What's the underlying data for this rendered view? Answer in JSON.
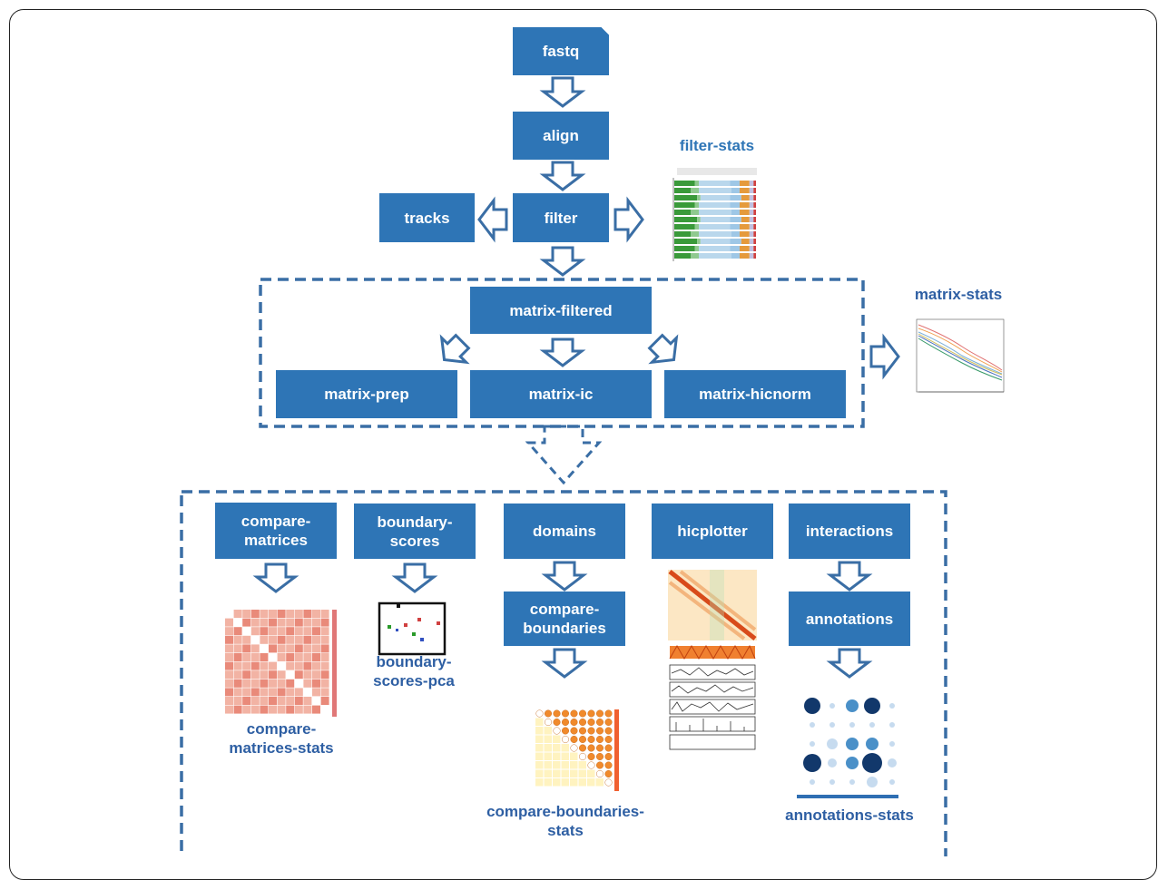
{
  "nodes": {
    "fastq": "fastq",
    "align": "align",
    "filter": "filter",
    "tracks": "tracks",
    "matrix_filtered": "matrix-filtered",
    "matrix_prep": "matrix-prep",
    "matrix_ic": "matrix-ic",
    "matrix_hicnorm": "matrix-hicnorm",
    "compare_matrices": "compare-\nmatrices",
    "boundary_scores": "boundary-\nscores",
    "domains": "domains",
    "hicplotter": "hicplotter",
    "interactions": "interactions",
    "compare_boundaries": "compare-\nboundaries",
    "annotations": "annotations"
  },
  "outputs": {
    "filter_stats": "filter-stats",
    "matrix_stats": "matrix-stats",
    "compare_matrices_stats": "compare-\nmatrices-stats",
    "boundary_scores_pca": "boundary-\nscores-pca",
    "compare_boundaries_stats": "compare-boundaries-\nstats",
    "annotations_stats": "annotations-stats"
  },
  "colors": {
    "box": "#2e75b6",
    "arrow_stroke": "#3a6ea5",
    "label": "#2e5fa3",
    "heat_high": "#d7301f",
    "heat_low": "#fee8c8"
  },
  "thumbnails": {
    "filter_stats": "stacked-bar-chart",
    "matrix_stats": "line-chart",
    "compare_matrices_stats": "correlation-heatmap",
    "boundary_scores_pca": "scatter-plot",
    "compare_boundaries_stats": "overlap-heatmap",
    "hicplotter": "hic-contact-map-with-tracks",
    "annotations_stats": "bubble-matrix"
  }
}
